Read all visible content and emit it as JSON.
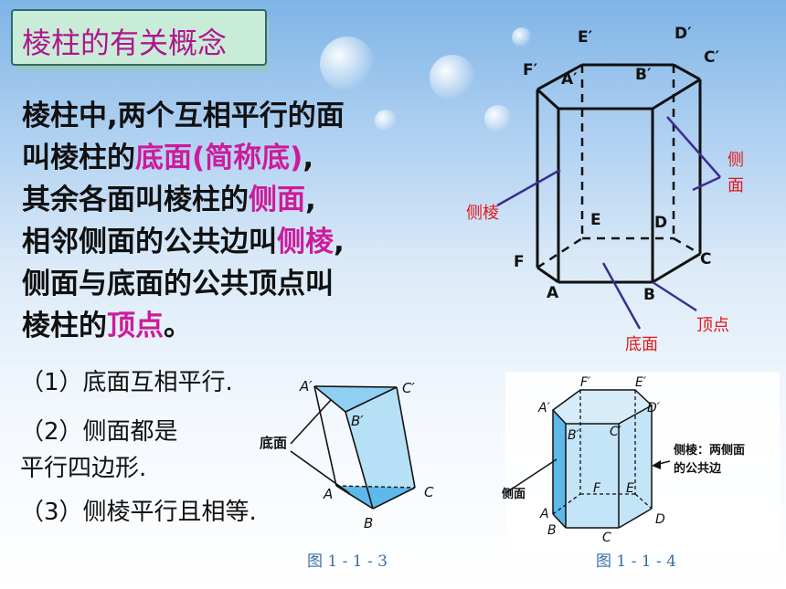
{
  "title": "棱柱的有关概念",
  "definition": {
    "l1": "棱柱中,两个互相平行的面",
    "l2a": "叫棱柱的",
    "l2b": "底面(简称底)",
    "l2c": ",",
    "l3a": "其余各面叫棱柱的",
    "l3b": "侧面",
    "l3c": ",",
    "l4a": "相邻侧面的公共边叫",
    "l4b": "侧棱",
    "l4c": ",",
    "l5": "侧面与底面的公共顶点叫",
    "l6a": "棱柱的",
    "l6b": "顶点",
    "l6c": "。"
  },
  "properties": {
    "p1": "（1）底面互相平行.",
    "p2a": "（2）侧面都是",
    "p2b": "平行四边形.",
    "p3": "（3）侧棱平行且相等."
  },
  "hexagon_prism": {
    "vertices": {
      "Ep": "E′",
      "Dp": "D′",
      "Cp": "C′",
      "Fp": "F′",
      "Ap": "A′",
      "Bp": "B′",
      "E": "E",
      "D": "D",
      "C": "C",
      "F": "F",
      "A": "A",
      "B": "B"
    },
    "labels": {
      "side_face_1": "侧",
      "side_face_2": "面",
      "lateral_edge": "侧棱",
      "vertex": "顶点",
      "base": "底面"
    }
  },
  "figure_113": {
    "vertices": {
      "Ap": "A′",
      "Cp": "C′",
      "Bp": "B′",
      "A": "A",
      "C": "C",
      "B": "B"
    },
    "label_base": "底面",
    "caption": "图 1 - 1 - 3"
  },
  "figure_114": {
    "vertices": {
      "Fp": "F′",
      "Ep": "E′",
      "Ap": "A′",
      "Dp": "D′",
      "Bp": "B′",
      "Cp": "C′",
      "F": "F",
      "E": "E",
      "A": "A",
      "D": "D",
      "B": "B",
      "C": "C"
    },
    "label_edge_1": "侧棱：两侧面",
    "label_edge_2": "的公共边",
    "label_side": "侧面",
    "caption": "图 1 - 1 - 4"
  },
  "colors": {
    "magenta": "#cc1b9b",
    "red_label": "#e0181b",
    "edge": "#111111",
    "pointer": "#3a2f8f",
    "prism_fill": "#5fb8ea"
  }
}
